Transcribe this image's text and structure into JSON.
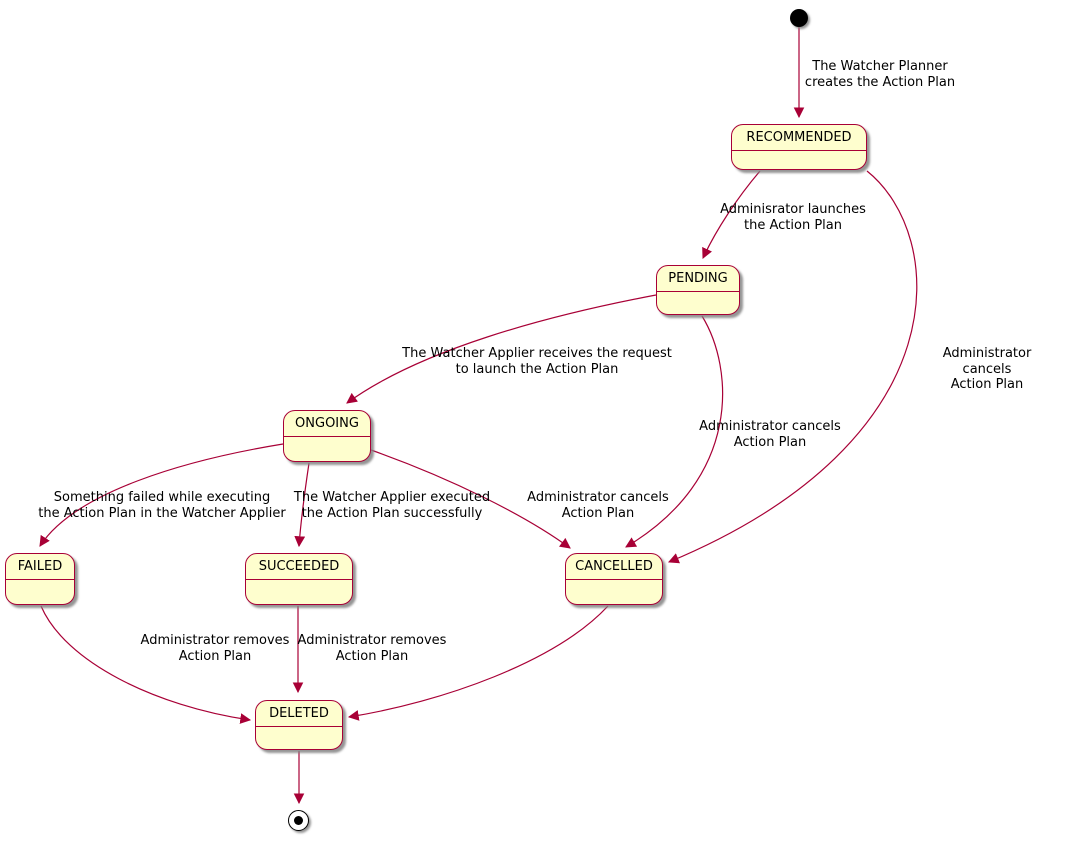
{
  "diagram": {
    "type": "state-diagram",
    "colors": {
      "state_fill": "#FEFECE",
      "state_border": "#A80036",
      "arrow": "#A80036",
      "text": "#000000",
      "background": "#FFFFFF"
    },
    "states": [
      {
        "name": "RECOMMENDED"
      },
      {
        "name": "PENDING"
      },
      {
        "name": "ONGOING"
      },
      {
        "name": "FAILED"
      },
      {
        "name": "SUCCEEDED"
      },
      {
        "name": "CANCELLED"
      },
      {
        "name": "DELETED"
      }
    ],
    "transitions": [
      {
        "from": "start",
        "to": "RECOMMENDED",
        "label": "The Watcher Planner\ncreates the Action Plan"
      },
      {
        "from": "RECOMMENDED",
        "to": "PENDING",
        "label": "Adminisrator launches\nthe Action Plan"
      },
      {
        "from": "PENDING",
        "to": "ONGOING",
        "label": "The Watcher Applier receives the request\nto launch the Action Plan"
      },
      {
        "from": "ONGOING",
        "to": "FAILED",
        "label": "Something failed while executing\nthe Action Plan in the Watcher Applier"
      },
      {
        "from": "ONGOING",
        "to": "SUCCEEDED",
        "label": "The Watcher Applier executed\nthe Action Plan successfully"
      },
      {
        "from": "ONGOING",
        "to": "CANCELLED",
        "label": "Administrator cancels\nAction Plan"
      },
      {
        "from": "PENDING",
        "to": "CANCELLED",
        "label": "Administrator cancels\nAction Plan"
      },
      {
        "from": "RECOMMENDED",
        "to": "CANCELLED",
        "label": "Administrator cancels\nAction Plan"
      },
      {
        "from": "FAILED",
        "to": "DELETED",
        "label": "Administrator removes\nAction Plan"
      },
      {
        "from": "SUCCEEDED",
        "to": "DELETED",
        "label": "Administrator removes\nAction Plan"
      },
      {
        "from": "CANCELLED",
        "to": "DELETED",
        "label": ""
      },
      {
        "from": "DELETED",
        "to": "end",
        "label": ""
      }
    ]
  }
}
